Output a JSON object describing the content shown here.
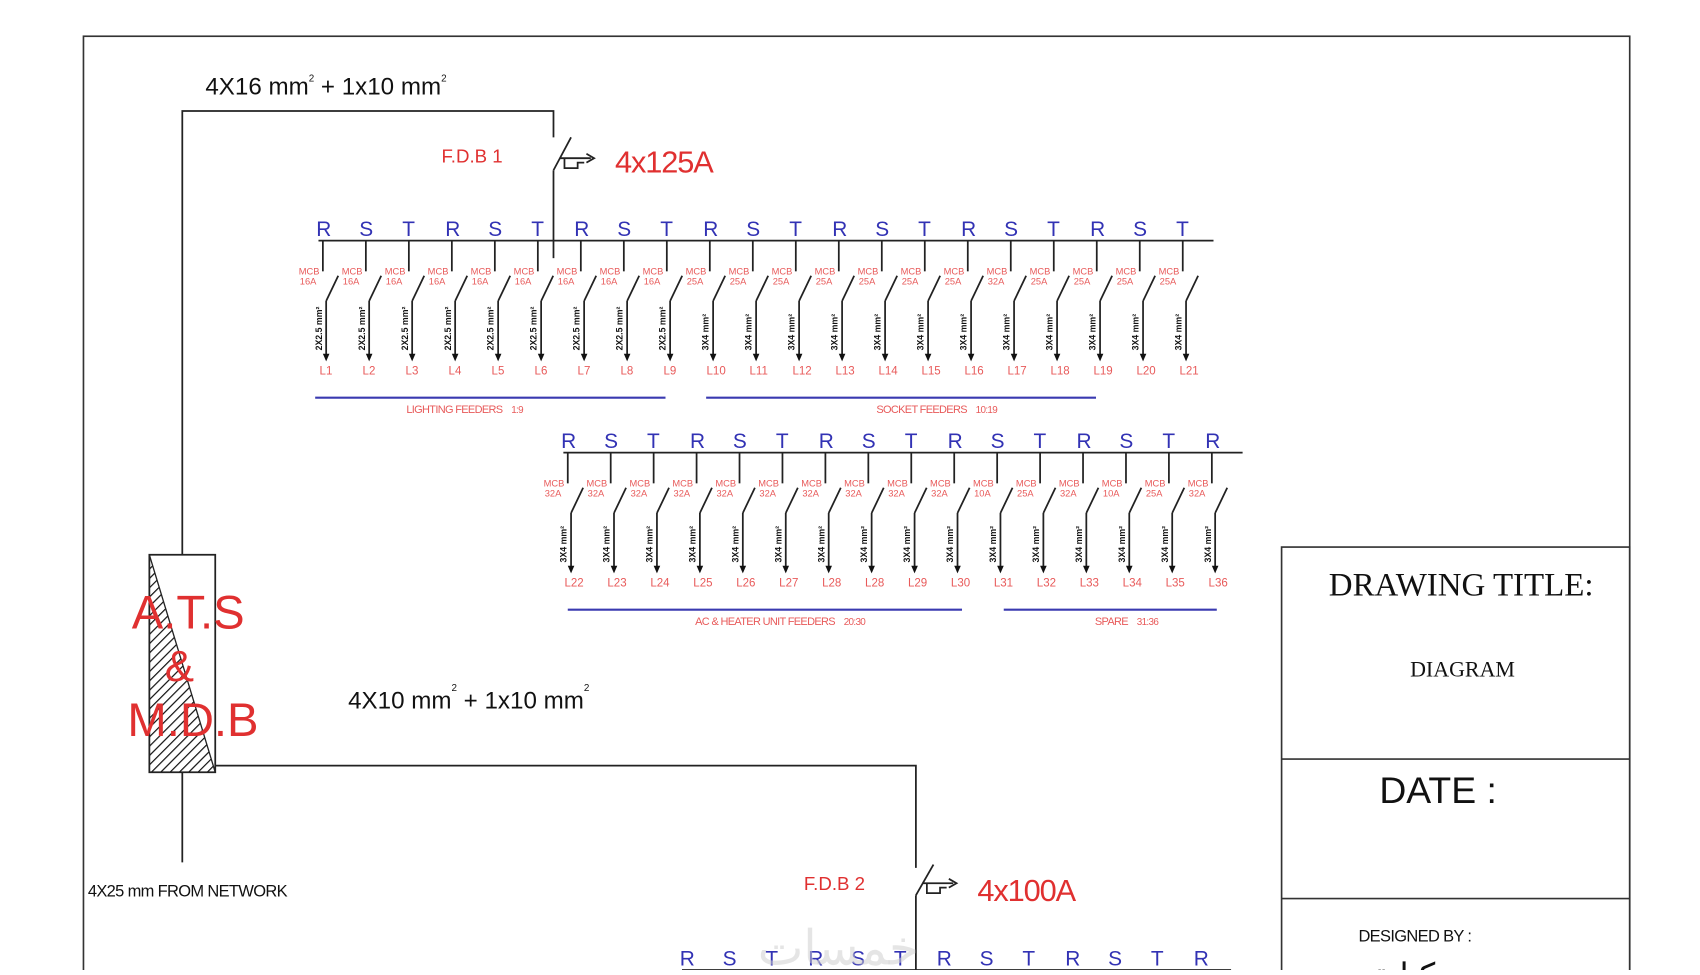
{
  "colors": {
    "phase": "#3232b4",
    "breaker": "#e03030",
    "label": "#e85a5a",
    "group_line": "#3a3ab0",
    "wire": "#222222"
  },
  "cables": {
    "fdb1_main": {
      "base": "4X16 mm",
      "sup1": "2",
      "mid": " + 1x10 mm",
      "sup2": "2"
    },
    "fdb2_main": {
      "base": "4X10 mm",
      "sup1": "2",
      "mid": " + 1x10 mm",
      "sup2": "2"
    },
    "network": "4X25 mm FROM NETWORK"
  },
  "mdb": {
    "line1": "A.T.S",
    "line2": "&",
    "line3": "M.D.B"
  },
  "fdb1": {
    "name": "F.D.B 1",
    "rating": "4x125A",
    "phases": [
      "R",
      "S",
      "T",
      "R",
      "S",
      "T",
      "R",
      "S",
      "T",
      "R",
      "S",
      "T",
      "R",
      "S",
      "T",
      "R",
      "S",
      "T",
      "R",
      "S",
      "T"
    ],
    "feeders": [
      {
        "id": "L1",
        "mcb": "16A",
        "cable": "2X2.5 mm²"
      },
      {
        "id": "L2",
        "mcb": "16A",
        "cable": "2X2.5 mm²"
      },
      {
        "id": "L3",
        "mcb": "16A",
        "cable": "2X2.5 mm²"
      },
      {
        "id": "L4",
        "mcb": "16A",
        "cable": "2X2.5 mm²"
      },
      {
        "id": "L5",
        "mcb": "16A",
        "cable": "2X2.5 mm²"
      },
      {
        "id": "L6",
        "mcb": "16A",
        "cable": "2X2.5 mm²"
      },
      {
        "id": "L7",
        "mcb": "16A",
        "cable": "2X2.5 mm²"
      },
      {
        "id": "L8",
        "mcb": "16A",
        "cable": "2X2.5 mm²"
      },
      {
        "id": "L9",
        "mcb": "16A",
        "cable": "2X2.5 mm²"
      },
      {
        "id": "L10",
        "mcb": "25A",
        "cable": "3X4 mm²"
      },
      {
        "id": "L11",
        "mcb": "25A",
        "cable": "3X4 mm²"
      },
      {
        "id": "L12",
        "mcb": "25A",
        "cable": "3X4 mm²"
      },
      {
        "id": "L13",
        "mcb": "25A",
        "cable": "3X4 mm²"
      },
      {
        "id": "L14",
        "mcb": "25A",
        "cable": "3X4 mm²"
      },
      {
        "id": "L15",
        "mcb": "25A",
        "cable": "3X4 mm²"
      },
      {
        "id": "L16",
        "mcb": "25A",
        "cable": "3X4 mm²"
      },
      {
        "id": "L17",
        "mcb": "32A",
        "cable": "3X4 mm²"
      },
      {
        "id": "L18",
        "mcb": "25A",
        "cable": "3X4 mm²"
      },
      {
        "id": "L19",
        "mcb": "25A",
        "cable": "3X4 mm²"
      },
      {
        "id": "L20",
        "mcb": "25A",
        "cable": "3X4 mm²"
      },
      {
        "id": "L21",
        "mcb": "25A",
        "cable": "3X4 mm²"
      }
    ],
    "groups": [
      {
        "label": "LIGHTING FEEDERS",
        "range": "1:9"
      },
      {
        "label": "SOCKET FEEDERS",
        "range": "10:19"
      }
    ]
  },
  "fdb1b": {
    "phases": [
      "R",
      "S",
      "T",
      "R",
      "S",
      "T",
      "R",
      "S",
      "T",
      "R",
      "S",
      "T",
      "R",
      "S",
      "T",
      "R"
    ],
    "feeders": [
      {
        "id": "L22",
        "mcb": "32A",
        "cable": "3X4 mm²"
      },
      {
        "id": "L23",
        "mcb": "32A",
        "cable": "3X4 mm²"
      },
      {
        "id": "L24",
        "mcb": "32A",
        "cable": "3X4 mm²"
      },
      {
        "id": "L25",
        "mcb": "32A",
        "cable": "3X4 mm²"
      },
      {
        "id": "L26",
        "mcb": "32A",
        "cable": "3X4 mm²"
      },
      {
        "id": "L27",
        "mcb": "32A",
        "cable": "3X4 mm²"
      },
      {
        "id": "L28",
        "mcb": "32A",
        "cable": "3X4 mm²"
      },
      {
        "id": "L28",
        "mcb": "32A",
        "cable": "3X4 mm²"
      },
      {
        "id": "L29",
        "mcb": "32A",
        "cable": "3X4 mm²"
      },
      {
        "id": "L30",
        "mcb": "32A",
        "cable": "3X4 mm²"
      },
      {
        "id": "L31",
        "mcb": "10A",
        "cable": "3X4 mm²"
      },
      {
        "id": "L32",
        "mcb": "25A",
        "cable": "3X4 mm²"
      },
      {
        "id": "L33",
        "mcb": "32A",
        "cable": "3X4 mm²"
      },
      {
        "id": "L34",
        "mcb": "10A",
        "cable": "3X4 mm²"
      },
      {
        "id": "L35",
        "mcb": "25A",
        "cable": "3X4 mm²"
      },
      {
        "id": "L36",
        "mcb": "32A",
        "cable": "3X4 mm²"
      }
    ],
    "groups": [
      {
        "label": "AC & HEATER UNIT FEEDERS",
        "range": "20:30"
      },
      {
        "label": "SPARE",
        "range": "31:36"
      }
    ]
  },
  "fdb2": {
    "name": "F.D.B 2",
    "rating": "4x100A",
    "phases": [
      "R",
      "S",
      "T",
      "R",
      "S",
      "T",
      "R",
      "S",
      "T",
      "R",
      "S",
      "T",
      "R"
    ]
  },
  "title_block": {
    "drawing_title_label": "DRAWING TITLE:",
    "drawing_title_value": "DIAGRAM",
    "date_label": "DATE :",
    "designed_by_label": "DESIGNED BY :",
    "designer_signature": "كتابة"
  },
  "watermark": "خمسات"
}
